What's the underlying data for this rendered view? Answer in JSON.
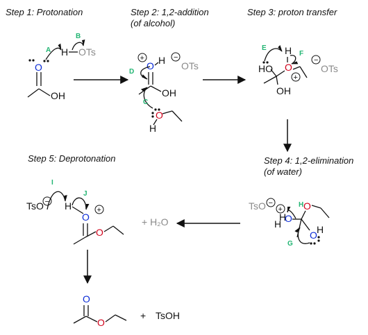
{
  "steps": {
    "s1": "Step 1: Protonation",
    "s2a": "Step 2: 1,2-addition",
    "s2b": "(of alcohol)",
    "s3": "Step 3: proton transfer",
    "s4a": "Step 4: 1,2-elimination",
    "s4b": "(of water)",
    "s5": "Step 5: Deprotonation"
  },
  "arrow_labels": {
    "A": "A",
    "B": "B",
    "C": "C",
    "D": "D",
    "E": "E",
    "F": "F",
    "G": "G",
    "H": "H",
    "I": "I",
    "J": "J"
  },
  "atoms": {
    "O": "O",
    "OH": "OH",
    "HO": "HO",
    "H": "H",
    "OTs": "OTs",
    "TsO": "TsO",
    "plus_sign": "+",
    "minus_sign": "−"
  },
  "byproducts": {
    "water": "+ H₂O",
    "tsoh": "TsOH",
    "plus": "+"
  },
  "colors": {
    "oxygen_blue": "#0a2bd6",
    "oxygen_red": "#d0021b",
    "arrow_label_green": "#22b573",
    "spectator_gray": "#8a8a8a"
  }
}
